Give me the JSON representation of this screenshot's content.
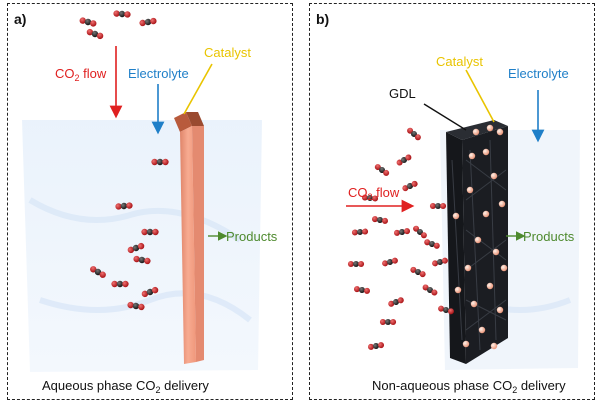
{
  "panel_a": {
    "letter": "a)",
    "co2_flow": {
      "pre": "CO",
      "sub": "2",
      "post": " flow"
    },
    "electrolyte": "Electrolyte",
    "catalyst": "Catalyst",
    "products": "Products",
    "caption": {
      "pre": "Aqueous phase CO",
      "sub": "2",
      "post": " delivery"
    }
  },
  "panel_b": {
    "letter": "b)",
    "catalyst": "Catalyst",
    "electrolyte": "Electrolyte",
    "gdl": "GDL",
    "co2_flow": {
      "pre": "CO",
      "sub": "2",
      "post": " flow"
    },
    "products": "Products",
    "caption": {
      "pre": "Non-aqueous phase CO",
      "sub": "2",
      "post": " delivery"
    }
  },
  "colors": {
    "co2_flow": "#e02020",
    "electrolyte": "#1f7fc8",
    "catalyst": "#e9c400",
    "products": "#4e8a2e",
    "electrode_a": "#f4a287",
    "gdl": "#1b1d22",
    "oxygen_atom": "#c4161c",
    "carbon_atom": "#222222"
  },
  "molecule_counts": {
    "panel_a": 13,
    "panel_b": 21
  }
}
